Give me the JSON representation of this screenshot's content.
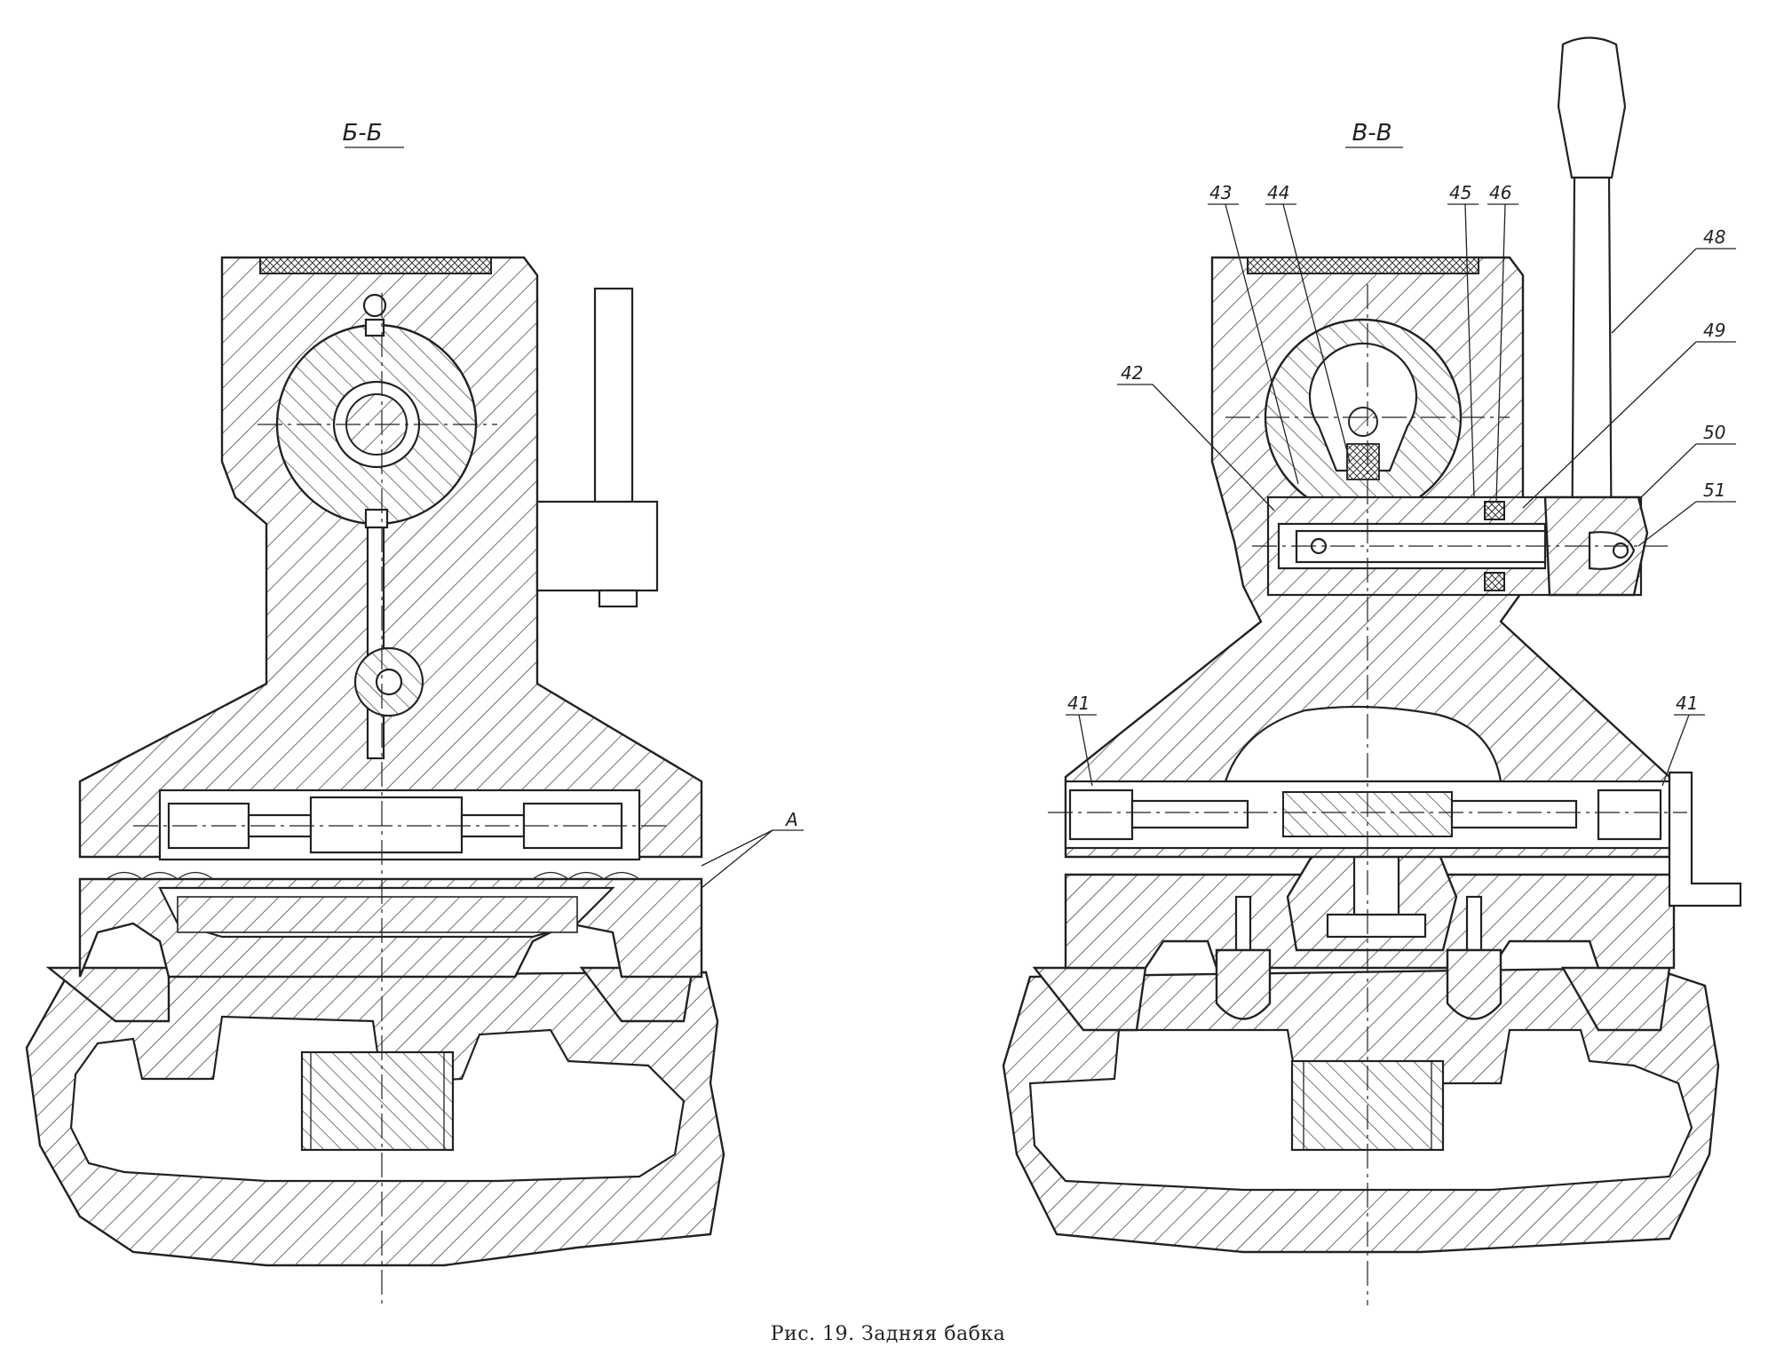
{
  "sections": [
    {
      "title": "Б-Б"
    },
    {
      "title": "В-В"
    }
  ],
  "callouts": {
    "left": {
      "A": "А"
    },
    "right": {
      "n41": "41",
      "n42": "42",
      "n43": "43",
      "n44": "44",
      "n45": "45",
      "n46": "46",
      "n48": "48",
      "n49": "49",
      "n50": "50",
      "n51": "51"
    }
  },
  "caption": "Рис. 19. Задняя бабка"
}
